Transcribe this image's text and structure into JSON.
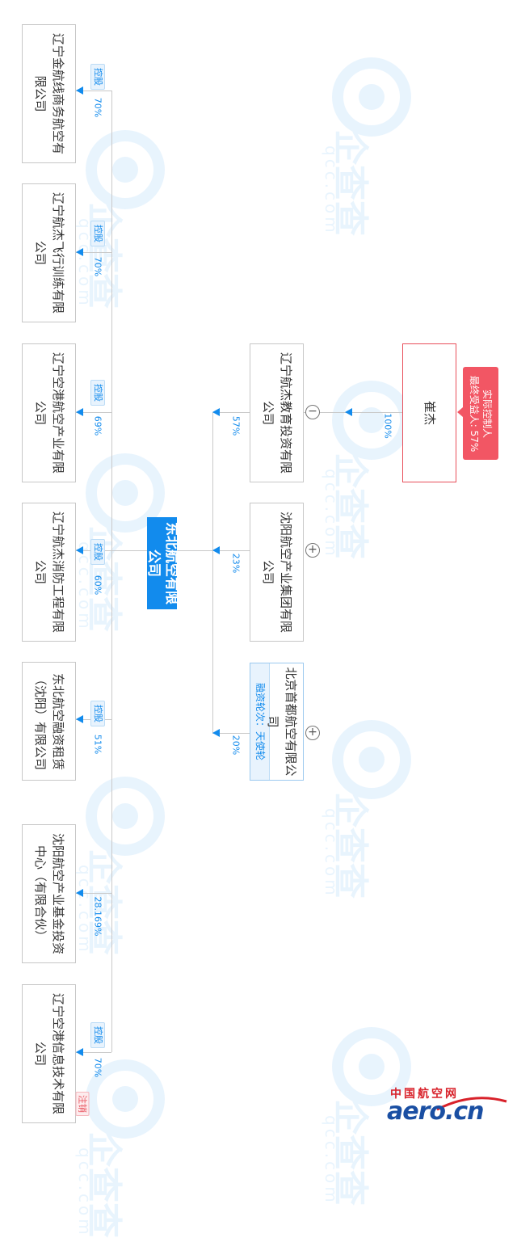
{
  "center": {
    "name": "东北航空有限公司"
  },
  "left_items": [
    {
      "name": "辽宁金航线商务航空有限公司",
      "percent": "70%",
      "tag": "控股",
      "status": ""
    },
    {
      "name": "辽宁航杰飞行训练有限公司",
      "percent": "70%",
      "tag": "控股",
      "status": ""
    },
    {
      "name": "辽宁空港航空产业有限公司",
      "percent": "69%",
      "tag": "控股",
      "status": ""
    },
    {
      "name": "辽宁航杰消防工程有限公司",
      "percent": "60%",
      "tag": "控股",
      "status": ""
    },
    {
      "name": "东北航空融资租赁（沈阳）有限公司",
      "percent": "51%",
      "tag": "控股",
      "status": ""
    },
    {
      "name": "沈阳航空产业基金投资中心（有限合伙）",
      "percent": "28.169%",
      "tag": "",
      "status": ""
    },
    {
      "name": "辽宁空港信息技术有限公司",
      "percent": "70%",
      "tag": "控股",
      "status": "注销"
    }
  ],
  "right_items": [
    {
      "name": "辽宁航杰教育投资有限公司",
      "percent": "57%",
      "toggle": "−",
      "round": ""
    },
    {
      "name": "沈阳航空产业集团有限公司",
      "percent": "23%",
      "toggle": "+",
      "round": ""
    },
    {
      "name": "北京首都航空有限公司",
      "percent": "20%",
      "toggle": "+",
      "round": "融资轮次：天使轮"
    }
  ],
  "controller": {
    "name": "崔杰",
    "percent": "100%",
    "tag_line1": "实际控制人",
    "tag_line2": "最终受益人: 57%"
  },
  "watermark": {
    "text": "企查查",
    "sub": "qcc.com"
  },
  "logo": {
    "cn": "中国航空网",
    "en": "aero.cn"
  },
  "colors": {
    "accent": "#128bed",
    "danger": "#f25664",
    "line": "#c9c9c9"
  }
}
